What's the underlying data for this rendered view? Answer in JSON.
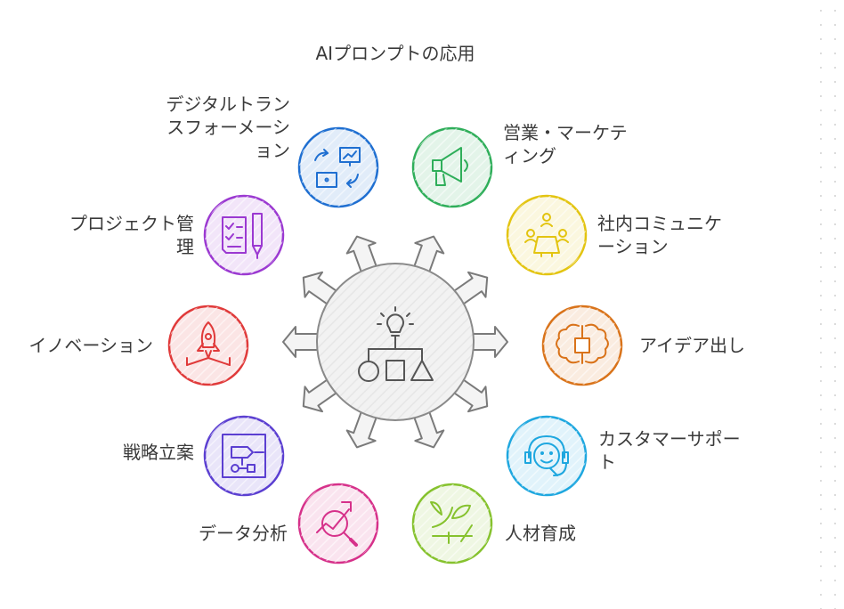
{
  "title": "AIプロンプトの応用",
  "nodes": [
    {
      "id": "dx",
      "label": "デジタルトラン\nスフォーメーシ\nョン",
      "color": "#1f6fd1",
      "icon": "transform-arrows-icon"
    },
    {
      "id": "sales",
      "label": "営業・マーケテ\nィング",
      "color": "#2fae5a",
      "icon": "megaphone-icon"
    },
    {
      "id": "comm",
      "label": "社内コミュニケ\nーション",
      "color": "#e3c410",
      "icon": "meeting-table-icon"
    },
    {
      "id": "idea",
      "label": "アイデア出し",
      "color": "#d9731a",
      "icon": "brain-chip-icon"
    },
    {
      "id": "support",
      "label": "カスタマーサポー\nト",
      "color": "#1ea7df",
      "icon": "headset-icon"
    },
    {
      "id": "hr",
      "label": "人材育成",
      "color": "#86c22e",
      "icon": "sprout-growth-icon"
    },
    {
      "id": "data",
      "label": "データ分析",
      "color": "#d6318a",
      "icon": "analytics-magnifier-icon"
    },
    {
      "id": "strategy",
      "label": "戦略立案",
      "color": "#5b3fd1",
      "icon": "flowchart-icon"
    },
    {
      "id": "innovation",
      "label": "イノベーション",
      "color": "#e03a3a",
      "icon": "rocket-icon"
    },
    {
      "id": "pm",
      "label": "プロジェクト管\n理",
      "color": "#9b39d1",
      "icon": "checklist-pen-icon"
    }
  ],
  "center": {
    "icon": "idea-shapes-icon"
  }
}
